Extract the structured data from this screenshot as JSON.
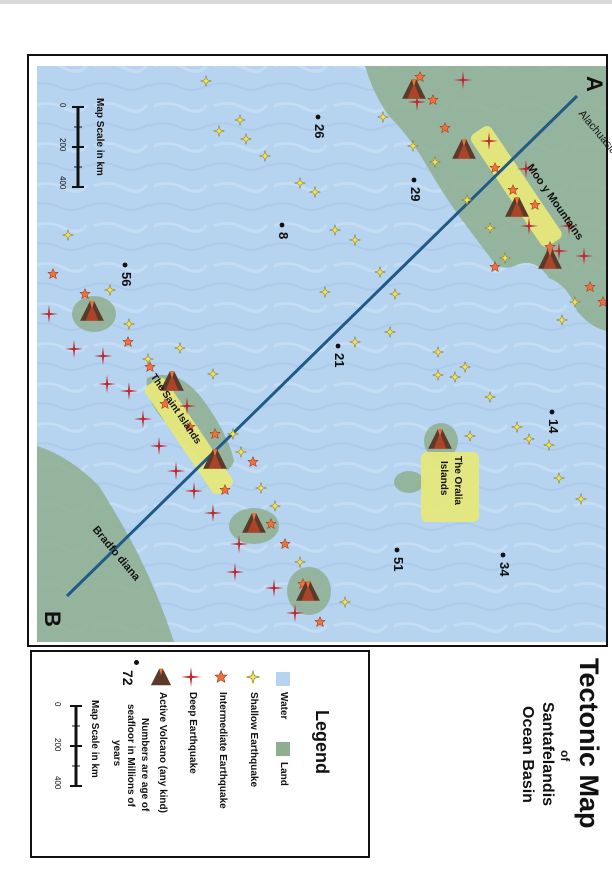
{
  "title": {
    "main": "Tectonic Map",
    "of": "of",
    "place": "Santafelandis",
    "subtitle": "Ocean Basin"
  },
  "map": {
    "point_a": "A",
    "point_b": "B",
    "labels": {
      "alachuasia": "Alachuasia",
      "moo_mountains": "Moo y Mountains",
      "saint_islands": "The Saint Islands",
      "oralia_islands_line1": "The Oralia",
      "oralia_islands_line2": "Islands",
      "bradfordiana": "Bradfo diana"
    },
    "ages": [
      "26",
      "29",
      "8",
      "56",
      "21",
      "14",
      "51",
      "34"
    ],
    "scale": {
      "title": "Map Scale in km",
      "ticks": [
        "0",
        "200",
        "400"
      ]
    }
  },
  "legend": {
    "heading": "Legend",
    "water": "Water",
    "land": "Land",
    "shallow": "Shallow Earthquake",
    "intermediate": "Intermediate Earthquake",
    "deep": "Deep Earthquake",
    "volcano": "Active Volcano (any kind)",
    "age_example": "72",
    "age_line1": "Numbers are age of",
    "age_line2": "seafloor in Millions of",
    "age_line3": "years",
    "scale_title": "Map Scale in km",
    "scale_ticks": [
      "0",
      "200",
      "400"
    ]
  },
  "colors": {
    "water": "#b6d3ef",
    "land": "#8fae8f",
    "profile_line": "#215a86",
    "highlight": "#e6e87a",
    "shallow": "#f2e35b",
    "intermediate": "#f0703c",
    "deep": "#c0272d"
  }
}
